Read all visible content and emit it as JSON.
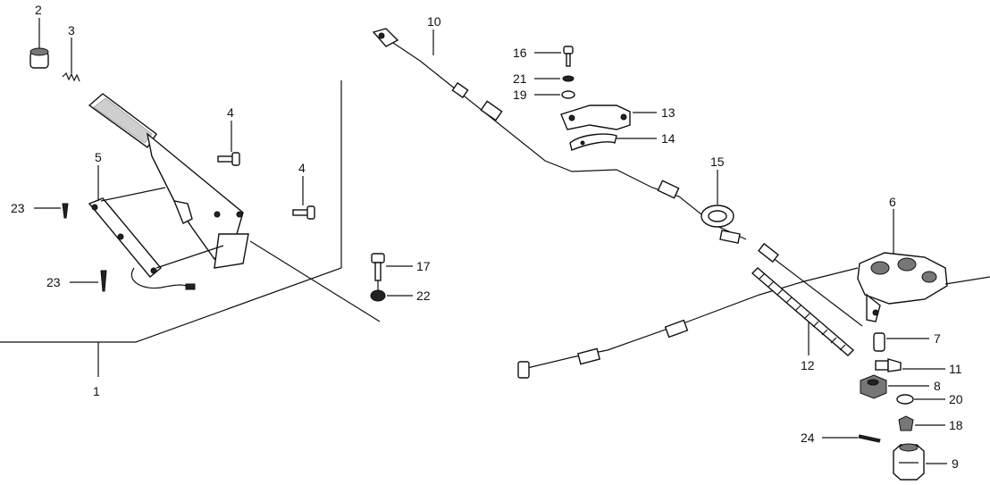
{
  "diagram": {
    "callouts": [
      {
        "id": "c1",
        "text": "1"
      },
      {
        "id": "c2",
        "text": "2"
      },
      {
        "id": "c3",
        "text": "3"
      },
      {
        "id": "c4a",
        "text": "4"
      },
      {
        "id": "c4b",
        "text": "4"
      },
      {
        "id": "c5",
        "text": "5"
      },
      {
        "id": "c6",
        "text": "6"
      },
      {
        "id": "c7",
        "text": "7"
      },
      {
        "id": "c8",
        "text": "8"
      },
      {
        "id": "c9",
        "text": "9"
      },
      {
        "id": "c10",
        "text": "10"
      },
      {
        "id": "c11",
        "text": "11"
      },
      {
        "id": "c12",
        "text": "12"
      },
      {
        "id": "c13",
        "text": "13"
      },
      {
        "id": "c14",
        "text": "14"
      },
      {
        "id": "c15",
        "text": "15"
      },
      {
        "id": "c16",
        "text": "16"
      },
      {
        "id": "c17",
        "text": "17"
      },
      {
        "id": "c18",
        "text": "18"
      },
      {
        "id": "c19",
        "text": "19"
      },
      {
        "id": "c20",
        "text": "20"
      },
      {
        "id": "c21",
        "text": "21"
      },
      {
        "id": "c22",
        "text": "22"
      },
      {
        "id": "c23a",
        "text": "23"
      },
      {
        "id": "c23b",
        "text": "23"
      },
      {
        "id": "c24",
        "text": "24"
      }
    ]
  }
}
